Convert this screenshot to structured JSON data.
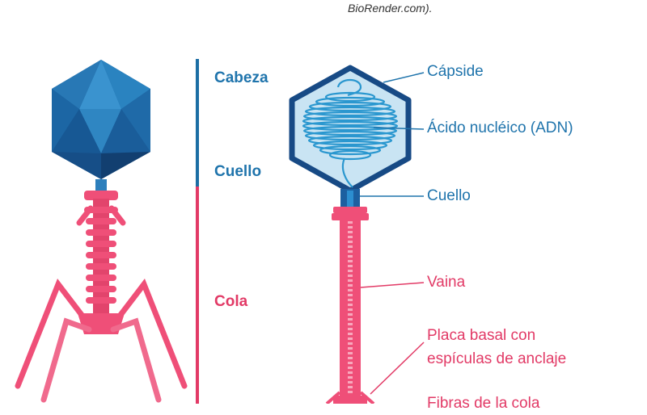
{
  "caption": "BioRender.com).",
  "regions": {
    "head": "Cabeza",
    "neck": "Cuello",
    "tail": "Cola"
  },
  "parts": {
    "capsid": "Cápside",
    "nucleic_acid": "Ácido nucléico (ADN)",
    "neck": "Cuello",
    "sheath": "Vaina",
    "base_plate_line1": "Placa basal con",
    "base_plate_line2": "espículas de anclaje",
    "tail_fibers": "Fibras de la cola"
  },
  "colors": {
    "blue": "#1c6ea4",
    "blue_dark": "#174a85",
    "blue_light": "#c9e4f3",
    "pink": "#ef4f78",
    "pink_light": "#f47c9a",
    "label_blue": "#1f74ac",
    "label_pink": "#e23a66"
  }
}
